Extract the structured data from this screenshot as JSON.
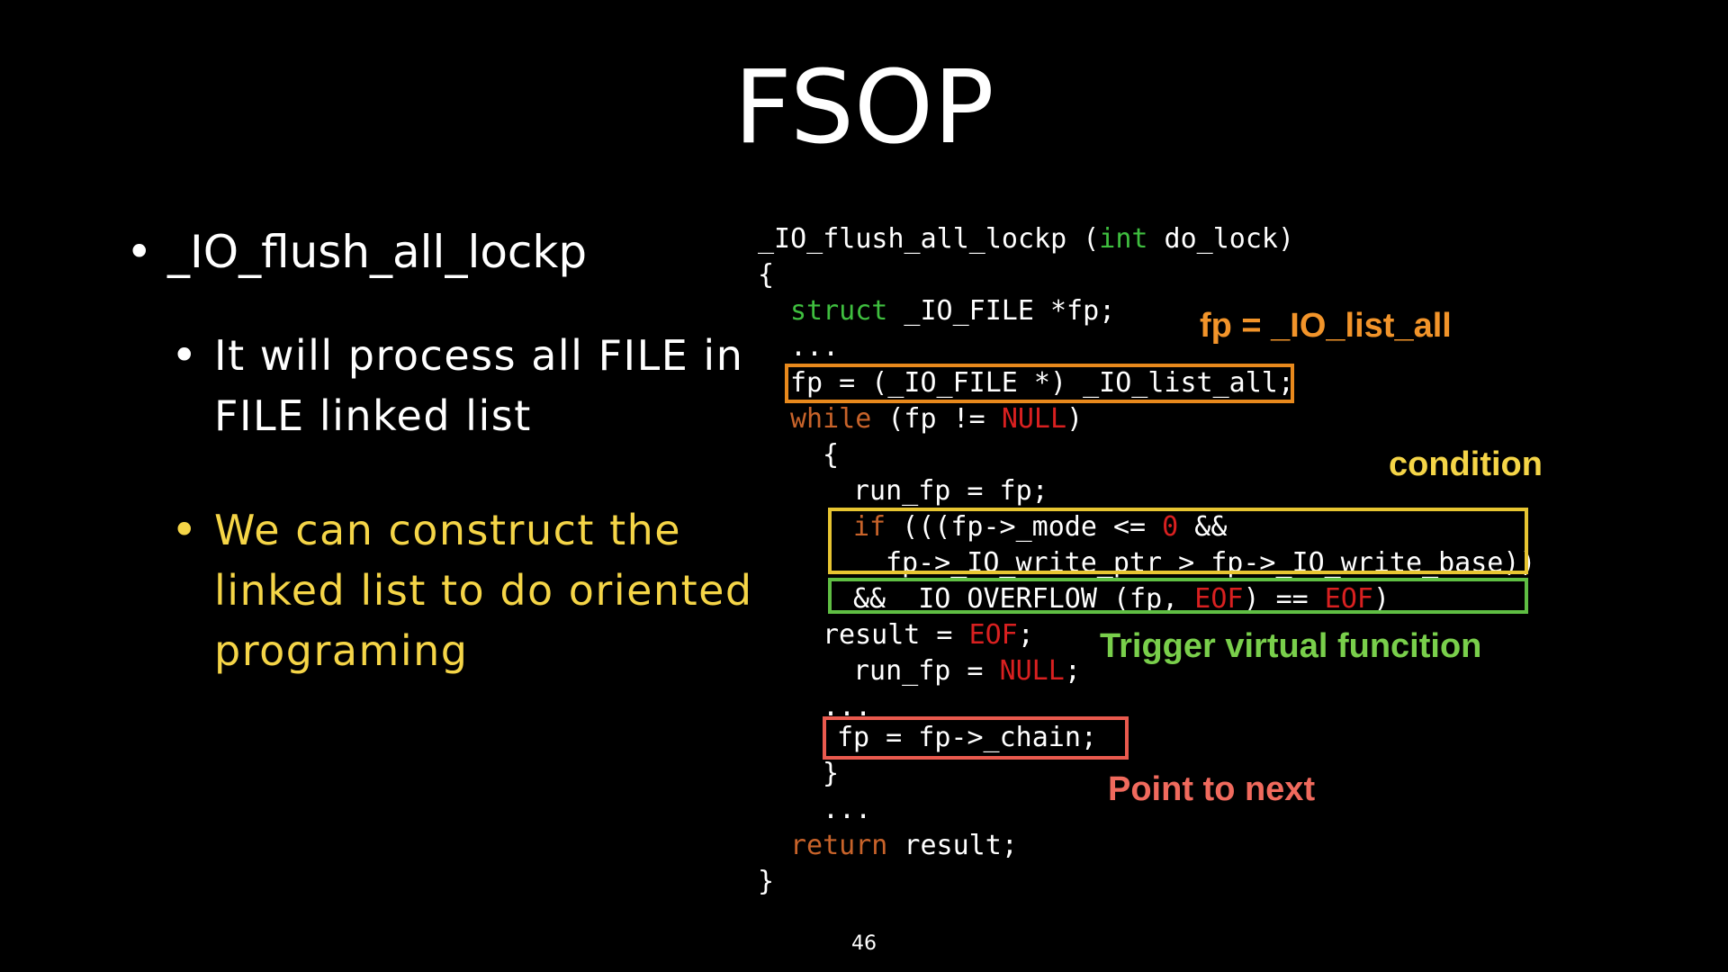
{
  "slide": {
    "title": "FSOP",
    "page_number": "46"
  },
  "bullets": {
    "main": "_IO_flush_all_lockp",
    "sub1": "It will process all FILE in FILE linked list",
    "sub2": "We can construct the linked list to do oriented programing",
    "bullet_glyph": "•"
  },
  "code": {
    "l01": "_IO_flush_all_lockp (",
    "l01_kw": "int",
    "l01_end": " do_lock)",
    "l02": "{",
    "l03_kw": "struct",
    "l03": " _IO_FILE *fp;",
    "l04": "...",
    "l05": "fp = (_IO_FILE *) _IO_list_all;",
    "l06_kw": "while",
    "l06_a": " (fp != ",
    "l06_null": "NULL",
    "l06_b": ")",
    "l07": "{",
    "l08": "run_fp = fp;",
    "l09_kw": "if",
    "l09_a": " (((fp->_mode <= ",
    "l09_zero": "0",
    "l09_b": " &&",
    "l10": "fp->_IO_write_ptr > fp->_IO_write_base))",
    "l11_a": "&& _IO_OVERFLOW (fp, ",
    "l11_eof1": "EOF",
    "l11_b": ") == ",
    "l11_eof2": "EOF",
    "l11_c": ")",
    "l12_a": "result = ",
    "l12_eof": "EOF",
    "l12_b": ";",
    "l13_a": "run_fp = ",
    "l13_null": "NULL",
    "l13_b": ";",
    "l14": "...",
    "l15": "fp = fp->_chain;",
    "l16": "}",
    "l17": "...",
    "l18_kw": "return",
    "l18": " result;",
    "l19": "}"
  },
  "annotations": {
    "fp_list": "fp = _IO_list_all",
    "condition": "condition",
    "trigger": "Trigger virtual funcition",
    "next": "Point to next"
  },
  "colors": {
    "background": "#000000",
    "bullet_highlight": "#f5d547",
    "keyword_green": "#3fbf3f",
    "keyword_orange": "#c8632a",
    "keyword_red": "#d92020",
    "box_orange": "#e8891c",
    "box_yellow": "#e7c531",
    "box_green": "#5fbe43",
    "box_red": "#ea5a4e"
  }
}
